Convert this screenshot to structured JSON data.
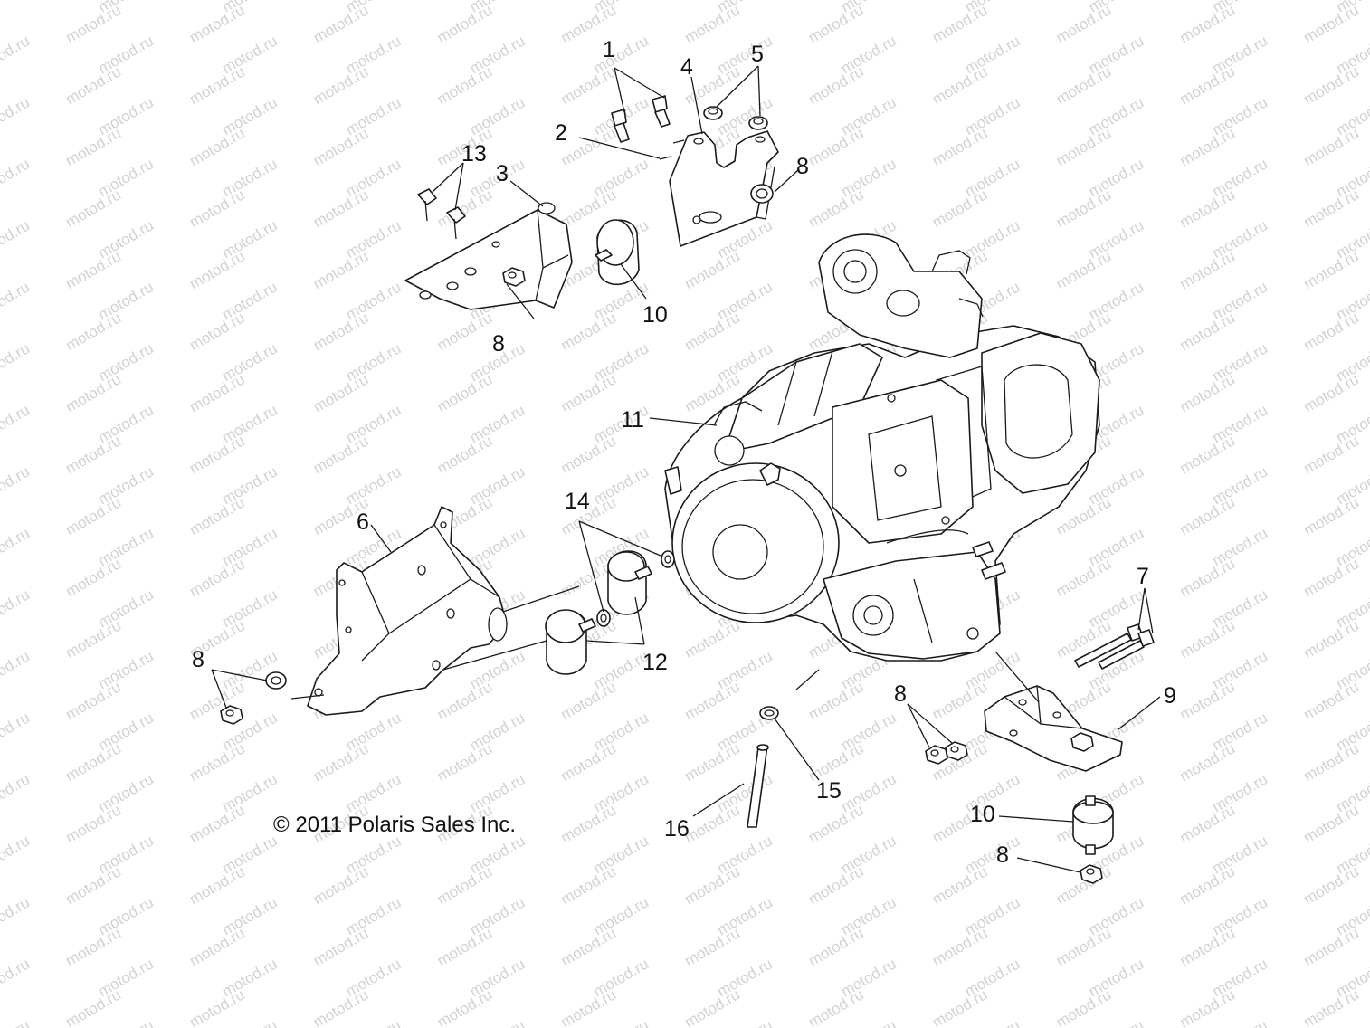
{
  "diagram": {
    "copyright": "© 2011 Polaris Sales Inc.",
    "watermark_text": "motod.ru",
    "callouts": [
      {
        "id": "c1",
        "label": "1"
      },
      {
        "id": "c2",
        "label": "2"
      },
      {
        "id": "c3",
        "label": "3"
      },
      {
        "id": "c4",
        "label": "4"
      },
      {
        "id": "c5",
        "label": "5"
      },
      {
        "id": "c8a",
        "label": "8"
      },
      {
        "id": "c13",
        "label": "13"
      },
      {
        "id": "c10a",
        "label": "10"
      },
      {
        "id": "c8b",
        "label": "8"
      },
      {
        "id": "c11",
        "label": "11"
      },
      {
        "id": "c6",
        "label": "6"
      },
      {
        "id": "c14",
        "label": "14"
      },
      {
        "id": "c12",
        "label": "12"
      },
      {
        "id": "c8c",
        "label": "8"
      },
      {
        "id": "c7",
        "label": "7"
      },
      {
        "id": "c8d",
        "label": "8"
      },
      {
        "id": "c9",
        "label": "9"
      },
      {
        "id": "c15",
        "label": "15"
      },
      {
        "id": "c16",
        "label": "16"
      },
      {
        "id": "c10b",
        "label": "10"
      },
      {
        "id": "c8e",
        "label": "8"
      }
    ]
  }
}
